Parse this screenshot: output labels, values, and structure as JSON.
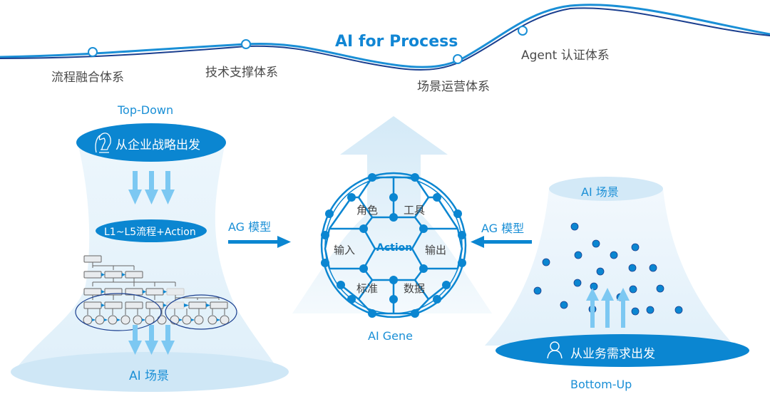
{
  "title": "AI for Process",
  "colors": {
    "primary": "#0b86d1",
    "light": "#d8ecf8",
    "arrow_light": "#7cc8f2",
    "dark_line": "#1b3f8f",
    "text_gray": "#4a4a4a"
  },
  "timeline": {
    "milestones": [
      {
        "label": "流程融合体系"
      },
      {
        "label": "技术支撑体系"
      },
      {
        "label": "场景运营体系"
      },
      {
        "label": "Agent 认证体系"
      }
    ]
  },
  "left": {
    "heading": "Top-Down",
    "top_ellipse": {
      "label": "从企业战略出发",
      "icon": "chess-knight-icon"
    },
    "middle_pill": "L1~L5流程+Action",
    "bottom_label": "AI 场景",
    "arrow_label": "AG 模型"
  },
  "center": {
    "cells": [
      "角色",
      "工具",
      "输入",
      "Action",
      "输出",
      "标准",
      "数据"
    ],
    "caption": "AI Gene"
  },
  "right": {
    "heading": "Bottom-Up",
    "top_label": "AI 场景",
    "bottom_ellipse": {
      "label": "从业务需求出发",
      "icon": "user-icon"
    },
    "arrow_label": "AG 模型"
  }
}
